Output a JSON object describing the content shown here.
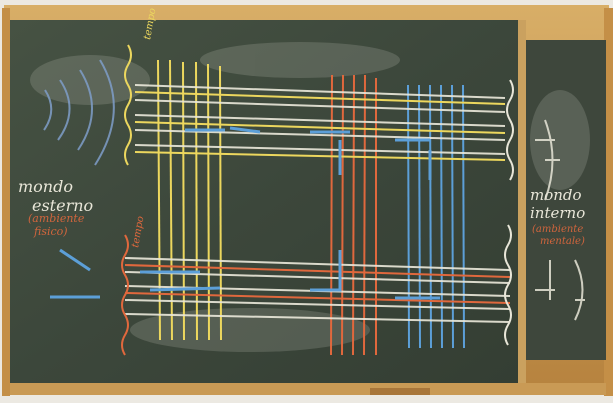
{
  "board": {
    "left_label_line1": "mondo",
    "left_label_line2": "esterno",
    "left_sub_line1": "(ambiente",
    "left_sub_line2": "fisico)",
    "right_label_line1": "mondo",
    "right_label_line2": "interno",
    "right_sub_line1": "(ambiente",
    "right_sub_line2": "mentale)",
    "tempo_top": "tempo",
    "tempo_mid": "tempo"
  },
  "colors": {
    "board": "#3f4a3d",
    "frame": "#c99a55",
    "chalk_white": "#e8e6d8",
    "chalk_yellow": "#ecd75e",
    "chalk_red": "#e0683d",
    "chalk_blue": "#5c9fd8"
  }
}
